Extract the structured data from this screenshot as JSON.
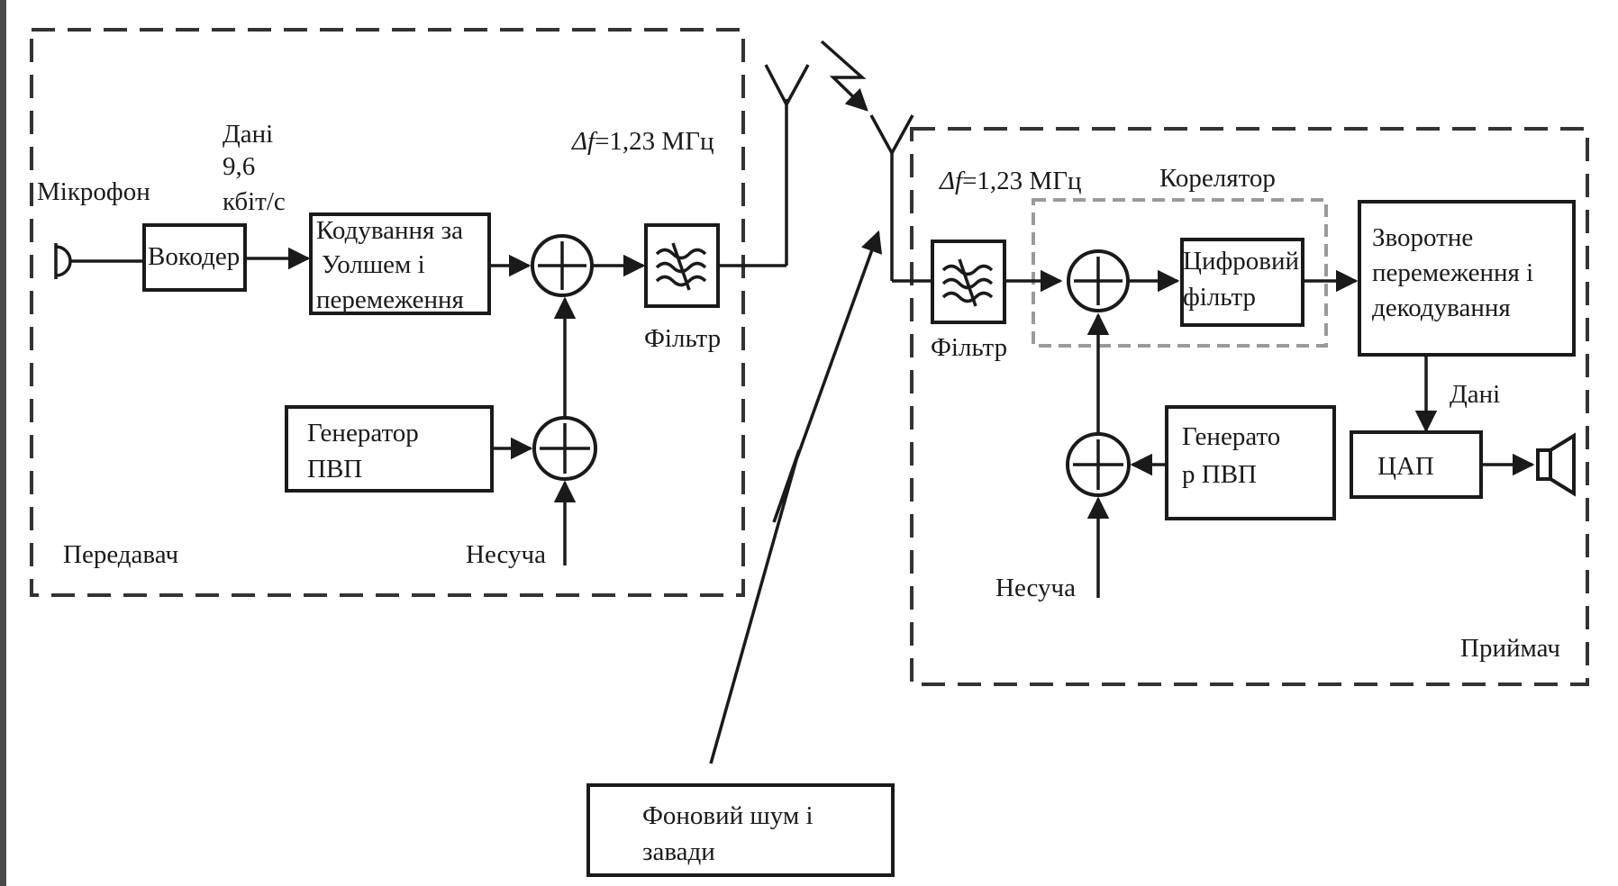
{
  "labels": {
    "microphone": "Мікрофон",
    "data_rate_1": "Дані",
    "data_rate_2": "9,6",
    "data_rate_3": "кбіт/с",
    "vocoder": "Вокодер",
    "coding_1": "Кодування за",
    "coding_2": "Уолшем і",
    "coding_3": "перемеження",
    "bandwidth_tx_sym": "Δf",
    "bandwidth_tx_val": "=1,23 МГц",
    "filter_tx": "Фільтр",
    "pn_gen_tx_1": "Генератор",
    "pn_gen_tx_2": "ПВП",
    "carrier_tx": "Несуча",
    "transmitter": "Передавач",
    "bandwidth_rx_sym": "Δf",
    "bandwidth_rx_val": "=1,23 МГц",
    "correlator": "Корелятор",
    "digital_filter_1": "Цифровий",
    "digital_filter_2": "фільтр",
    "deinterleave_1": "Зворотне",
    "deinterleave_2": "перемеження і",
    "deinterleave_3": "декодування",
    "filter_rx": "Фільтр",
    "data_rx": "Дані",
    "pn_gen_rx_1": "Генерато",
    "pn_gen_rx_2": "р ПВП",
    "dac": "ЦАП",
    "carrier_rx": "Несуча",
    "receiver": "Приймач",
    "noise_1": "Фоновий шум і",
    "noise_2": "завади"
  },
  "colors": {
    "line": "#1a1a1a",
    "correlator_border": "#9a9a9a",
    "background": "#ffffff"
  }
}
